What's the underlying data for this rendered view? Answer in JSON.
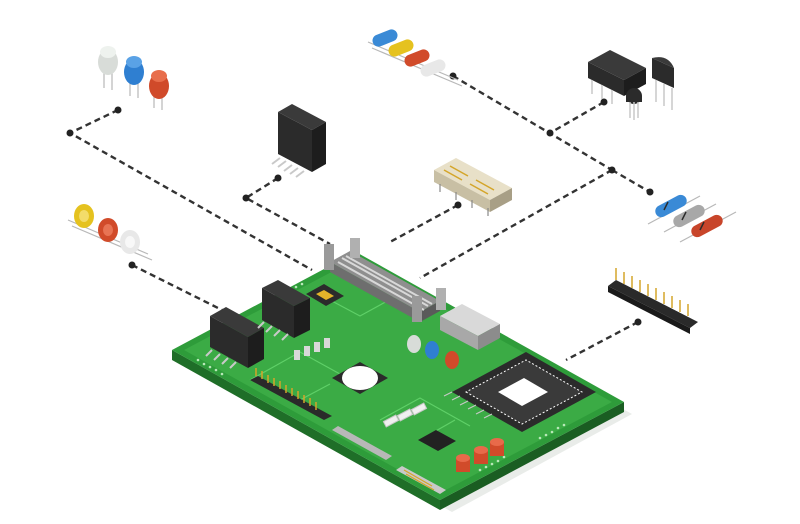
{
  "illustration": {
    "subject": "isometric-motherboard-components",
    "colors": {
      "board": "#2e9c3a",
      "board_light": "#4cc04e",
      "board_dark": "#1f6e28",
      "chip_black": "#2b2b2b",
      "chip_top": "#3a3a3a",
      "pin_gold": "#d4a52a",
      "pin_silver": "#c9c9c9",
      "led_blue": "#2f7fd1",
      "led_red": "#d04a2a",
      "led_clear": "#d8dcd8",
      "cap_yellow": "#e5c21f",
      "cap_red": "#d14b2a",
      "cap_white": "#e8e8e8",
      "resistor_blue": "#3a8ad6",
      "resistor_grey": "#a8a8a8",
      "resistor_red": "#c8452a",
      "leader": "#333333"
    },
    "parts": [
      {
        "name": "leds",
        "icon": "led-icon"
      },
      {
        "name": "axial-capacitors-top",
        "icon": "capacitor-icon"
      },
      {
        "name": "voltage-regulators",
        "icon": "regulator-icon"
      },
      {
        "name": "smd-chip",
        "icon": "chip-icon"
      },
      {
        "name": "dip-socket-connector",
        "icon": "connector-icon"
      },
      {
        "name": "resistors",
        "icon": "resistor-icon"
      },
      {
        "name": "axial-capacitors-left",
        "icon": "capacitor-icon"
      },
      {
        "name": "pin-header",
        "icon": "pin-header-icon"
      }
    ]
  }
}
